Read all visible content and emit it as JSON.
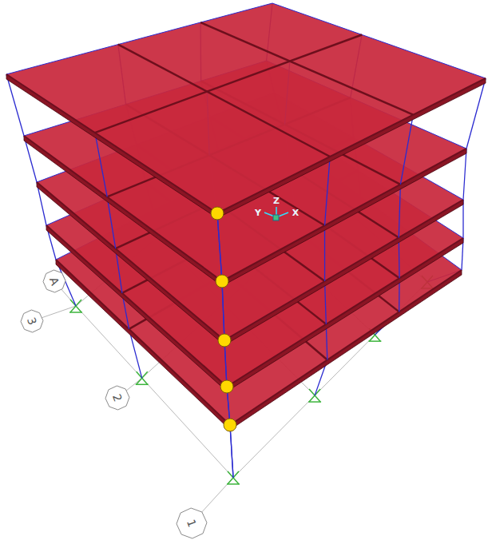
{
  "diagram": {
    "nodes": [
      {
        "text": [
          "A"
        ]
      },
      {
        "text": [
          "3"
        ]
      },
      {
        "text": [
          "2"
        ]
      },
      {
        "text": [
          "1"
        ]
      }
    ],
    "labels": [
      "Z",
      "Y",
      "X"
    ]
  }
}
